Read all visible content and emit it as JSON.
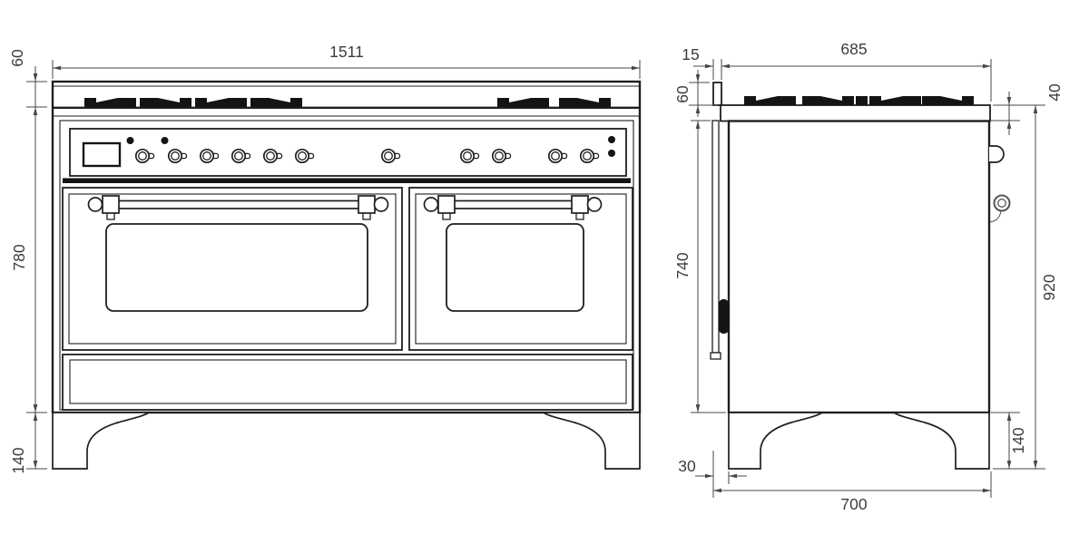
{
  "drawing": {
    "type": "appliance-dimension-diagram",
    "subject": "double-oven range cooker, front and side elevation",
    "units": "mm"
  },
  "colors": {
    "background": "#ffffff",
    "outline": "#1f1f1f",
    "dimension_lines": "#474747",
    "dimension_text": "#3c3c3c",
    "grate_fill": "#141414"
  },
  "dims": {
    "front_width": "1511",
    "front_top_height": "60",
    "front_body_height": "780",
    "front_leg_height": "140",
    "side_back_lip": "15",
    "side_top_depth": "685",
    "side_upstand_height": "60",
    "side_top_band_height": "40",
    "side_body_height": "740",
    "side_total_height": "920",
    "side_rear_gap": "30",
    "side_total_depth": "700",
    "side_leg_height": "140"
  }
}
